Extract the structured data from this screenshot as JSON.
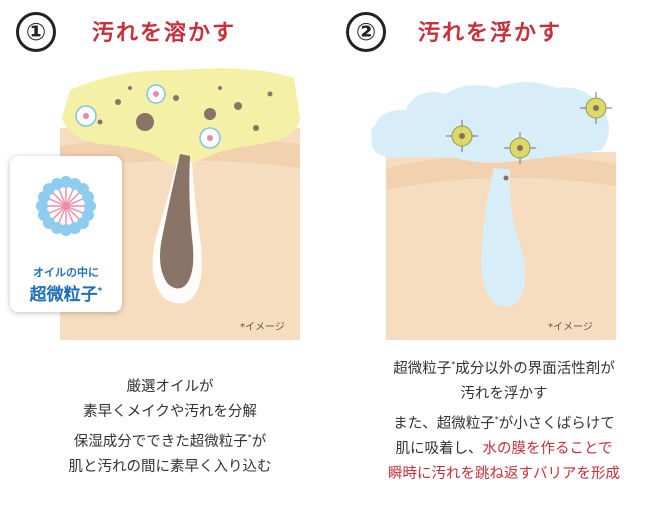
{
  "step1": {
    "number": "①",
    "title": "汚れを溶かす",
    "callout_line1": "オイルの中に",
    "callout_line2": "超微粒子",
    "callout_mark": "*",
    "note": "*イメージ",
    "desc": [
      {
        "parts": [
          {
            "t": "厳選オイルが"
          }
        ]
      },
      {
        "parts": [
          {
            "t": "素早くメイクや汚れを分解"
          }
        ]
      },
      {
        "parts": [
          {
            "t": "保湿成分でできた超微粒子"
          },
          {
            "t": "*",
            "sup": true
          },
          {
            "t": "が"
          }
        ]
      },
      {
        "parts": [
          {
            "t": "肌と汚れの間に素早く入り込む"
          }
        ]
      }
    ]
  },
  "step2": {
    "number": "②",
    "title": "汚れを浮かす",
    "note": "*イメージ",
    "desc": [
      {
        "parts": [
          {
            "t": "超微粒子"
          },
          {
            "t": "*",
            "sup": true
          },
          {
            "t": "成分以外の界面活性剤が"
          }
        ]
      },
      {
        "parts": [
          {
            "t": "汚れを浮かす"
          }
        ]
      },
      {
        "parts": [
          {
            "t": "また、超微粒子"
          },
          {
            "t": "*",
            "sup": true
          },
          {
            "t": "が小さくばらけて"
          }
        ]
      },
      {
        "parts": [
          {
            "t": "肌に吸着し、"
          },
          {
            "t": "水の膜を作ることで",
            "red": true
          }
        ]
      },
      {
        "parts": [
          {
            "t": "瞬時に汚れを跳ね返すバリアを形成",
            "red": true
          }
        ]
      }
    ]
  },
  "colors": {
    "title_red": "#c8313c",
    "callout_blue": "#1f6fb8",
    "skin": "#f7ddc0",
    "oil_yellow": "#f4f0a6",
    "water_blue": "#d7eef9"
  }
}
